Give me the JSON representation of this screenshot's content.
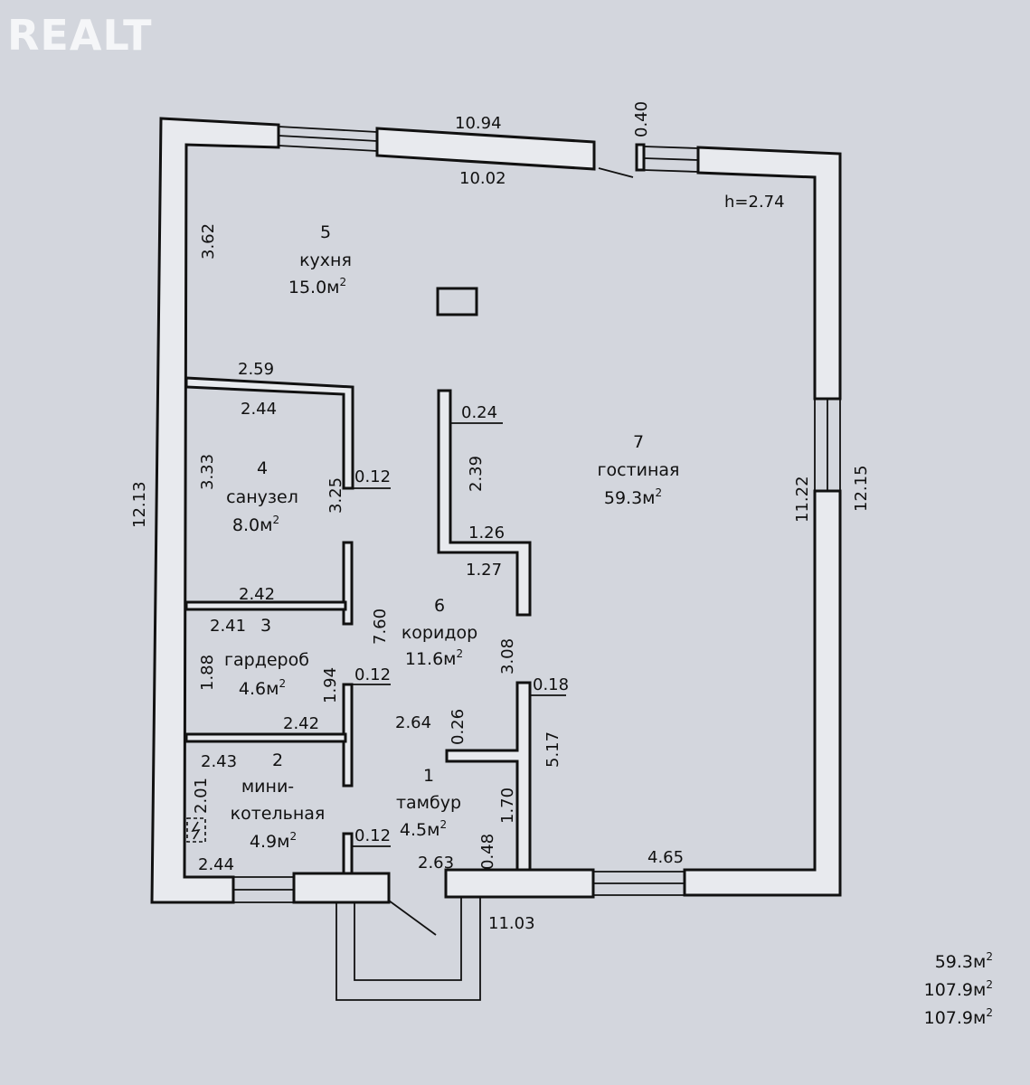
{
  "watermark": "REALT",
  "ceiling_height": "h=2.74",
  "rooms": [
    {
      "number": "5",
      "name": "кухня",
      "area": "15.0м",
      "unit_sup": "2"
    },
    {
      "number": "4",
      "name": "санузел",
      "area": "8.0м",
      "unit_sup": "2"
    },
    {
      "number": "3",
      "name": "гардероб",
      "area": "4.6м",
      "unit_sup": "2"
    },
    {
      "number": "2",
      "name_line1": "мини-",
      "name_line2": "котельная",
      "area": "4.9м",
      "unit_sup": "2"
    },
    {
      "number": "1",
      "name": "тамбур",
      "area": "4.5м",
      "unit_sup": "2"
    },
    {
      "number": "6",
      "name": "коридор",
      "area": "11.6м",
      "unit_sup": "2"
    },
    {
      "number": "7",
      "name": "гостиная",
      "area": "59.3м",
      "unit_sup": "2"
    }
  ],
  "dimensions": {
    "top_outer": "10.94",
    "top_inner": "10.02",
    "top_gap": "0.40",
    "left_outer": "12.13",
    "kitchen_left": "3.62",
    "right_inner": "11.22",
    "right_outer": "12.15",
    "bath_top_outer": "2.59",
    "bath_top_inner": "2.44",
    "bath_left": "3.33",
    "bath_right": "3.25",
    "bath_wall": "0.12",
    "pillar_width": "0.24",
    "pillar_height": "2.39",
    "pillar_step_outer": "1.26",
    "pillar_step_inner": "1.27",
    "wardrobe_top": "2.42",
    "wardrobe_inner": "2.41",
    "wardrobe_left": "1.88",
    "wardrobe_right": "1.94",
    "wardrobe_wall": "0.12",
    "corridor_length": "7.60",
    "corridor_right": "3.08",
    "corridor_wall": "0.18",
    "boiler_top": "2.42",
    "boiler_inner": "2.43",
    "boiler_left": "2.01",
    "boiler_wall": "0.12",
    "boiler_bottom": "2.44",
    "vestibule_top": "2.64",
    "vestibule_wall": "0.26",
    "vestibule_right": "1.70",
    "vestibule_low": "0.48",
    "vestibule_bottom": "2.63",
    "living_right_wall": "5.17",
    "bottom_right": "4.65",
    "bottom_outer": "11.03"
  },
  "totals": [
    {
      "value": "59.3м",
      "sup": "2"
    },
    {
      "value": "107.9м",
      "sup": "2"
    },
    {
      "value": "107.9м",
      "sup": "2"
    }
  ]
}
